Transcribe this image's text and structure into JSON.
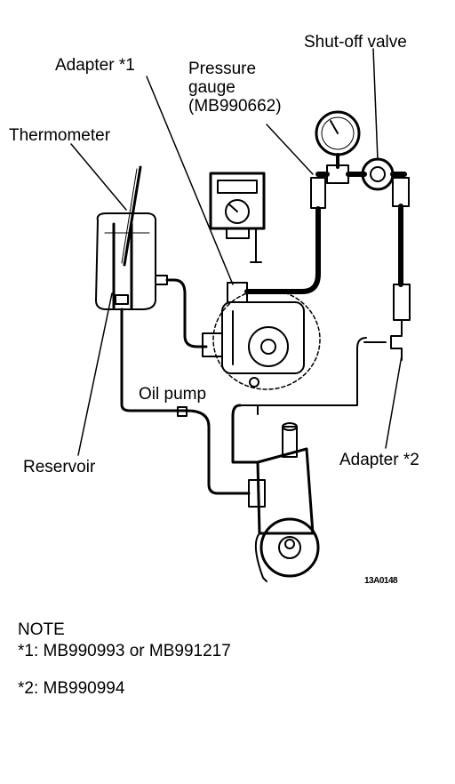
{
  "labels": {
    "adapter1": "Adapter *1",
    "pressure_gauge_l1": "Pressure",
    "pressure_gauge_l2": "gauge",
    "pressure_gauge_l3": "(MB990662)",
    "shutoff_valve": "Shut-off valve",
    "thermometer": "Thermometer",
    "oil_pump": "Oil pump",
    "reservoir": "Reservoir",
    "adapter2": "Adapter *2",
    "figure_code": "13A0148"
  },
  "note": {
    "heading": "NOTE",
    "line1": "*1: MB990993 or MB991217",
    "line2": "*2: MB990994"
  }
}
